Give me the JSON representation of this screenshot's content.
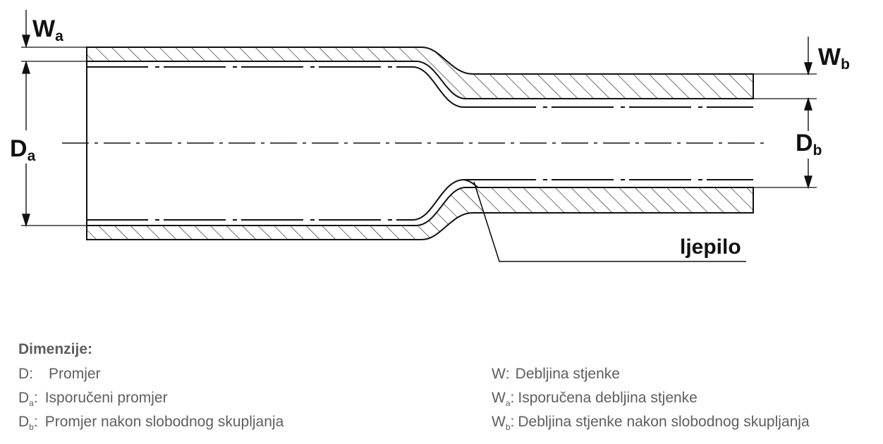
{
  "diagram": {
    "wall_a_label": "W",
    "wall_a_sub": "a",
    "wall_b_label": "W",
    "wall_b_sub": "b",
    "diam_a_label": "D",
    "diam_a_sub": "a",
    "diam_b_label": "D",
    "diam_b_sub": "b",
    "adhesive_label": "ljepilo"
  },
  "legend": {
    "title": "Dimenzije:",
    "left": [
      {
        "sym": "D",
        "sub": "",
        "sep": ":",
        "text": "Promjer"
      },
      {
        "sym": "D",
        "sub": "a",
        "sep": ":",
        "text": "Isporučeni promjer"
      },
      {
        "sym": "D",
        "sub": "b",
        "sep": ":",
        "text": "Promjer nakon slobodnog skupljanja"
      }
    ],
    "right": [
      {
        "sym": "W",
        "sub": "",
        "sep": ":",
        "text": "Debljina stjenke"
      },
      {
        "sym": "W",
        "sub": "a",
        "sep": ":",
        "text": "Isporučena debljina stjenke"
      },
      {
        "sym": "W",
        "sub": "b",
        "sep": ":",
        "text": "Debljina stjenke nakon slobodnog skupljanja"
      }
    ]
  }
}
